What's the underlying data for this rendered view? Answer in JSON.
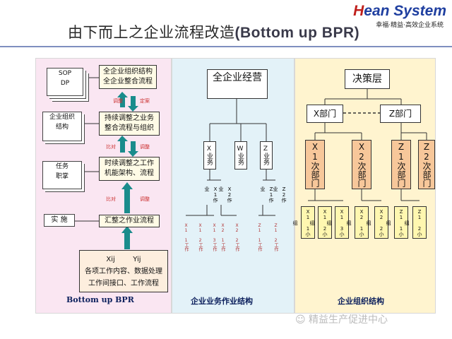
{
  "header": {
    "title_cn": "由下而上之企业流程改造",
    "title_en": "(Bottom up BPR)",
    "logo_h": "H",
    "logo_rest": "ean System",
    "slogan": "幸福·精益·高效企业系统"
  },
  "bpr": {
    "label": "Bottom up BPR",
    "left_docs": [
      "SOP",
      "DP",
      "企业组织",
      "结构",
      "任务",
      "职掌",
      "实 施"
    ],
    "top1": "全企业组织结构",
    "top2": "全企业整合流程",
    "mid1": "持续调整之业务",
    "mid1b": "整合流程与组织",
    "mid2": "时续调整之工作",
    "mid2b": "机能架构、流程",
    "mid3": "汇整之作业流程",
    "bottom_vars": "Xij        Yij",
    "bottom1": "各项工作内容、数据处理",
    "bottom2": "工作间接口、工作流程",
    "arrow_labels": [
      "调整",
      "定案",
      "比对",
      "调整",
      "比对",
      "调整"
    ]
  },
  "business": {
    "label": "企业业务作业结构",
    "root": "全企业经营",
    "l2": [
      "X业务",
      "W业务",
      "Z业务"
    ],
    "l3": [
      "X1作业",
      "X2作业",
      "Z1作业",
      "Z2作业"
    ],
    "l4": [
      "X1 1工作",
      "X1 2工作",
      "X1 3工作",
      "X2 1工作",
      "X2 2工作",
      "Z1 1工作",
      "Z1 2工作"
    ]
  },
  "org": {
    "label": "企业组织结构",
    "root": "决策层",
    "l2": [
      "X部门",
      "Z部门"
    ],
    "l3": [
      "X1次部门",
      "X2次部门",
      "Z1次部门",
      "Z2次部门"
    ],
    "l4": [
      "X1 1小组",
      "X1 2小组",
      "X1 3小组",
      "X2 1小组",
      "X2 2小组",
      "Z1 1小组",
      "Z1 2小组"
    ]
  },
  "watermark": "精益生产促进中心",
  "colors": {
    "panel_pink": "#fae6f2",
    "panel_blue": "#e3f2f8",
    "panel_yellow": "#fff4cf",
    "arrow_teal": "#1a8c8c",
    "org_orange": "#f7c79a"
  }
}
